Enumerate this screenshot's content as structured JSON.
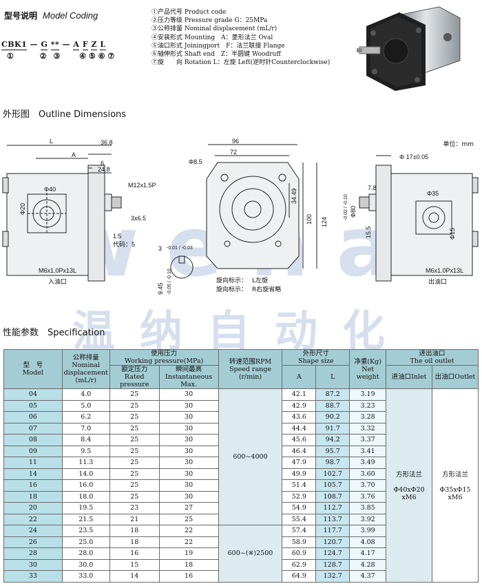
{
  "model_coding": {
    "title_cn": "型号说明",
    "title_en": "Model Coding",
    "code_parts": [
      "CBK1",
      "—",
      "G",
      "**",
      "—",
      "A",
      "F",
      "Z",
      "L"
    ],
    "code_numbers": [
      "①",
      "②",
      "③",
      "④",
      "⑤",
      "⑥",
      "⑦"
    ],
    "legend": [
      "①产品代号 Product code",
      "②压力等级 Pressure grade G：25MPa",
      "③公称排量 Nominal displacement (mL/r)",
      "④安装形式 Mounting　A：菱形法兰 Oval",
      "⑤油口形式 Joiningport　F：法兰联接 Flange",
      "⑥轴伸形式 Shaft end　Z：半圆键 Woodruff",
      "⑦旋　　向 Rotation L：左旋 Left(逆时针Counterclockwise)"
    ]
  },
  "outline": {
    "title": "外形图　Outline Dimensions",
    "unit": "单位：mm",
    "labels": {
      "L": "L",
      "d36_8": "36.8",
      "A": "A",
      "d6": "6",
      "d24_8": "24.8",
      "m12": "M12x1.5P",
      "phi40": "Φ40",
      "phi20": "Φ20",
      "key": "3x6.5",
      "ratio": "1:5",
      "code": "代码：5",
      "m6_left": "M6x1.0Px13L",
      "inlet": "入油口",
      "d96": "96",
      "d72": "72",
      "phi8_5": "Φ8.5",
      "d34_49": "34.49",
      "d100": "100",
      "d124": "124",
      "d3": "3",
      "tol3": "-0.01 / -0.03",
      "d9_45": "9.45",
      "tol945": "-0.05 / -0.10",
      "rot_l": "旋向标示：",
      "rot_l2": "L左旋",
      "rot_r": "旋向标示：",
      "rot_r2": "R右旋省略",
      "phi17": "Φ 17±0.05",
      "d7_8": "7.8",
      "phi35": "Φ35",
      "phi80": "Φ80",
      "tol80": "-0.02 / -0.10",
      "d15_5": "15.5",
      "phi15": "Φ15",
      "m6_right": "M6x1.0Px13L",
      "outlet": "出油口"
    },
    "watermark_letters": "wena",
    "watermark_cn": "温纳自动化"
  },
  "spec": {
    "title": "性能参数　Specification",
    "headers": {
      "model": [
        "型　号",
        "Model"
      ],
      "disp": [
        "公称排量",
        "Nominal",
        "displacement",
        "(mL/r)"
      ],
      "wp": [
        "使用压力",
        "Working pressure(MPa)"
      ],
      "rated": [
        "额定压力",
        "Rated pressure"
      ],
      "inst": [
        "瞬间最高",
        "Instantaneous Max."
      ],
      "rpm": [
        "转速范围RPM",
        "Speed range",
        "(r/min)"
      ],
      "shape": [
        "外形尺寸",
        "Shape size"
      ],
      "a": "A",
      "l": "L",
      "weight": [
        "净重(Kg)",
        "Net weight"
      ],
      "outlet": [
        "进出油口",
        "The oil outlet"
      ],
      "inlet_h": "进油口Inlet",
      "outlet_h": "出油口Outlet"
    },
    "rows": [
      [
        "04",
        "4.0",
        "25",
        "30",
        "42.1",
        "87.2",
        "3.19"
      ],
      [
        "05",
        "5.0",
        "25",
        "30",
        "42.9",
        "88.7",
        "3.23"
      ],
      [
        "06",
        "6.2",
        "25",
        "30",
        "43.6",
        "90.2",
        "3.28"
      ],
      [
        "07",
        "7.0",
        "25",
        "30",
        "44.4",
        "91.7",
        "3.32"
      ],
      [
        "08",
        "8.4",
        "25",
        "30",
        "45.6",
        "94.2",
        "3.37"
      ],
      [
        "09",
        "9.5",
        "25",
        "30",
        "46.4",
        "95.7",
        "3.41"
      ],
      [
        "11",
        "11.3",
        "25",
        "30",
        "47.9",
        "98.7",
        "3.49"
      ],
      [
        "14",
        "14.0",
        "25",
        "30",
        "49.9",
        "102.7",
        "3.60"
      ],
      [
        "16",
        "16.0",
        "25",
        "30",
        "51.4",
        "105.7",
        "3.70"
      ],
      [
        "18",
        "18.0",
        "25",
        "30",
        "52.9",
        "108.7",
        "3.76"
      ],
      [
        "20",
        "19.5",
        "23",
        "27",
        "54.9",
        "112.7",
        "3.85"
      ],
      [
        "22",
        "21.5",
        "21",
        "25",
        "55.4",
        "113.7",
        "3.92"
      ],
      [
        "24",
        "23.5",
        "18",
        "22",
        "57.4",
        "117.7",
        "3.99"
      ],
      [
        "26",
        "25.0",
        "18",
        "22",
        "58.9",
        "120.7",
        "4.08"
      ],
      [
        "28",
        "28.0",
        "16",
        "19",
        "60.9",
        "124.7",
        "4.17"
      ],
      [
        "30",
        "30.0",
        "15",
        "18",
        "62.9",
        "128.7",
        "4.28"
      ],
      [
        "33",
        "33.0",
        "14",
        "16",
        "64.9",
        "132.7",
        "4.37"
      ]
    ],
    "rpm1": "600~4000",
    "rpm2": "600~(※)2500",
    "inlet_desc": [
      "方形法兰",
      "Φ40xΦ20",
      "xM6"
    ],
    "outlet_desc": [
      "方形法兰",
      "Φ35xΦ15",
      "xM6"
    ]
  },
  "colors": {
    "header_bg": "#a4ccd4",
    "model_bg": "#b9dfe8",
    "watermark": "#1d4f9a"
  }
}
